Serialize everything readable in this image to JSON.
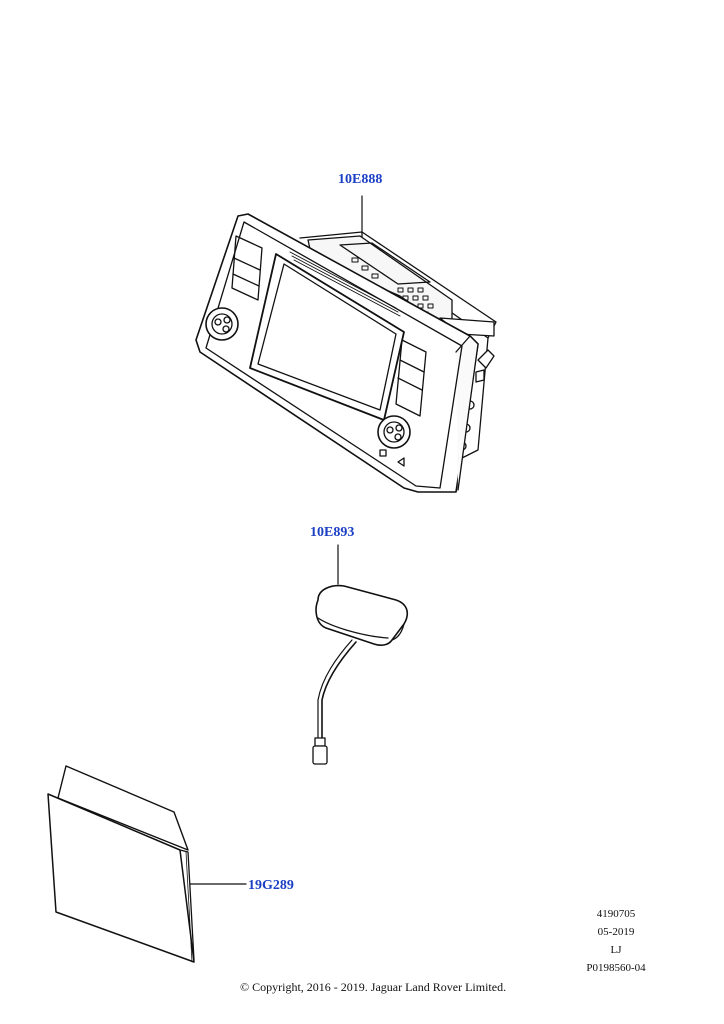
{
  "callouts": {
    "head_unit": "10E888",
    "antenna": "10E893",
    "manual": "19G289"
  },
  "reference": {
    "number": "4190705",
    "date": "05-2019",
    "code": "LJ",
    "illustration_id": "P0198560-04"
  },
  "copyright": "© Copyright, 2016 - 2019. Jaguar Land Rover Limited."
}
